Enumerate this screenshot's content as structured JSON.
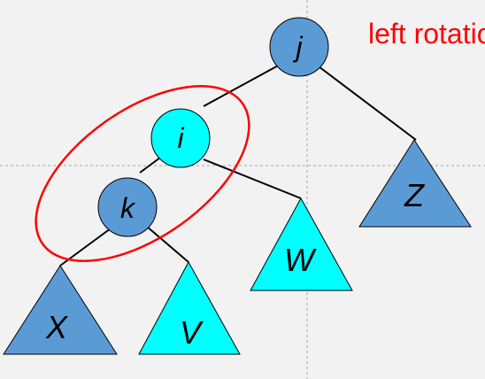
{
  "caption": "left rotation",
  "colors": {
    "background": "#f2f2f2",
    "dark_blue": "#5b9bd5",
    "cyan": "#00ffff",
    "red": "#ff0000",
    "edge": "#000000",
    "guide": "#a6a6a6"
  },
  "nodes": {
    "j": {
      "label": "j",
      "fill": "dark_blue"
    },
    "i": {
      "label": "i",
      "fill": "cyan"
    },
    "k": {
      "label": "k",
      "fill": "dark_blue"
    }
  },
  "subtrees": {
    "X": {
      "label": "X",
      "fill": "dark_blue"
    },
    "V": {
      "label": "V",
      "fill": "cyan"
    },
    "W": {
      "label": "W",
      "fill": "cyan"
    },
    "Z": {
      "label": "Z",
      "fill": "dark_blue"
    }
  },
  "highlight": {
    "shape": "ellipse",
    "color": "red",
    "encloses": [
      "i",
      "k"
    ]
  },
  "edges": [
    [
      "j",
      "i"
    ],
    [
      "j",
      "Z"
    ],
    [
      "i",
      "k"
    ],
    [
      "i",
      "W"
    ],
    [
      "k",
      "X"
    ],
    [
      "k",
      "V"
    ]
  ]
}
